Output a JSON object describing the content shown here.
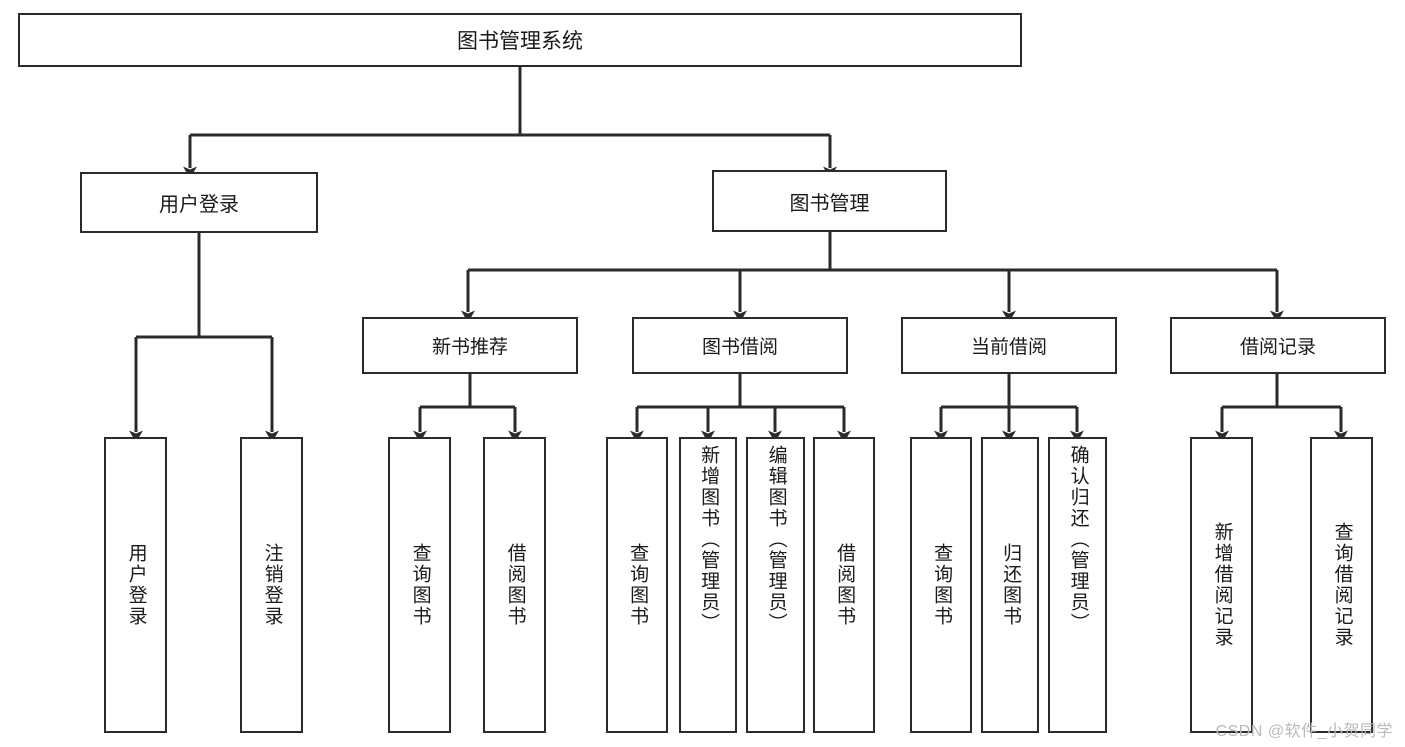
{
  "diagram": {
    "title": "图书管理系统",
    "type": "tree-hierarchy",
    "root": {
      "id": "root",
      "label": "图书管理系统"
    },
    "level1": [
      {
        "id": "user-login",
        "label": "用户登录"
      },
      {
        "id": "book-manage",
        "label": "图书管理"
      }
    ],
    "level2": [
      {
        "id": "new-book-rec",
        "label": "新书推荐",
        "parent": "book-manage"
      },
      {
        "id": "book-borrow",
        "label": "图书借阅",
        "parent": "book-manage"
      },
      {
        "id": "current-borrow",
        "label": "当前借阅",
        "parent": "book-manage"
      },
      {
        "id": "borrow-record",
        "label": "借阅记录",
        "parent": "book-manage"
      }
    ],
    "leaves": [
      {
        "id": "leaf-user-login",
        "label": "用户登录",
        "parent": "user-login"
      },
      {
        "id": "leaf-logout",
        "label": "注销登录",
        "parent": "user-login"
      },
      {
        "id": "leaf-query-book-1",
        "label": "查询图书",
        "parent": "new-book-rec"
      },
      {
        "id": "leaf-borrow-book-1",
        "label": "借阅图书",
        "parent": "new-book-rec"
      },
      {
        "id": "leaf-query-book-2",
        "label": "查询图书",
        "parent": "book-borrow"
      },
      {
        "id": "leaf-add-book",
        "label": "新增图书（管理员）",
        "parent": "book-borrow"
      },
      {
        "id": "leaf-edit-book",
        "label": "编辑图书（管理员）",
        "parent": "book-borrow"
      },
      {
        "id": "leaf-borrow-book-2",
        "label": "借阅图书",
        "parent": "book-borrow"
      },
      {
        "id": "leaf-query-book-3",
        "label": "查询图书",
        "parent": "current-borrow"
      },
      {
        "id": "leaf-return-book",
        "label": "归还图书",
        "parent": "current-borrow"
      },
      {
        "id": "leaf-confirm-return",
        "label": "确认归还（管理员）",
        "parent": "current-borrow"
      },
      {
        "id": "leaf-add-record",
        "label": "新增借阅记录",
        "parent": "borrow-record"
      },
      {
        "id": "leaf-query-record",
        "label": "查询借阅记录",
        "parent": "borrow-record"
      }
    ],
    "colors": {
      "border": "#2b2b2b",
      "fill": "#ffffff",
      "text": "#1a1a1a",
      "line": "#2b2b2b",
      "watermark": "#b9b9b9"
    }
  },
  "watermark": {
    "text": "CSDN @软件_小贺同学"
  }
}
